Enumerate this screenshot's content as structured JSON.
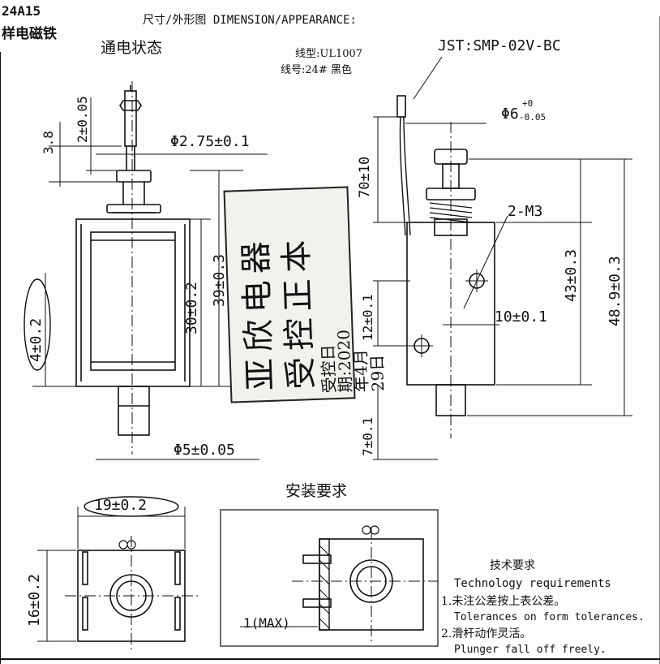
{
  "header": {
    "part_code": "24A15",
    "product_type": "样电磁铁",
    "drawing_title": "尺寸/外形图 DIMENSION/APPEARANCE:"
  },
  "front_view": {
    "title": "通电状态",
    "dim_plunger_tip": "2±0.05",
    "dim_head": "3.8",
    "dim_plunger_dia": "Φ2.75±0.1",
    "dim_body_height": "39±0.3",
    "dim_frame_height": "30±0.2",
    "dim_stroke": "4±0.2",
    "dim_bottom_dia": "Φ5±0.05"
  },
  "side_view": {
    "connector": "JST:SMP-02V-BC",
    "wire_type": "线型:UL1007",
    "wire_gauge": "线号:24# 黑色",
    "dim_outer_dia": "Φ6",
    "dim_outer_dia_tol_upper": "+0",
    "dim_outer_dia_tol_lower": "-0.05",
    "dim_wire_length": "70±10",
    "dim_thread": "2-M3",
    "dim_body_43": "43±0.3",
    "dim_total_48": "48.9±0.3",
    "dim_hole_offset": "10±0.1",
    "dim_hole_spacing": "12±0.1",
    "dim_bottom_7": "7±0.1"
  },
  "stamp": {
    "line1": "亚欣电器",
    "line2": "受控正本",
    "line3": "受控日期:2020年4月29日"
  },
  "bottom_view": {
    "dim_width": "19±0.2",
    "dim_height": "16±0.2"
  },
  "installation": {
    "title": "安装要求",
    "dim_gap": "1(MAX)"
  },
  "tech_requirements": {
    "title": "技术要求",
    "title_en": "Technology  requirements",
    "item1_cn": "1.未注公差按上表公差。",
    "item1_en": "Tolerances on form tolerances.",
    "item2_cn": "2.滑杆动作灵活。",
    "item2_en": "Plunger fall off freely."
  },
  "colors": {
    "ink": "#111111",
    "paper": "#fdfdfb",
    "stamp_bg": "#f1f1ee"
  }
}
